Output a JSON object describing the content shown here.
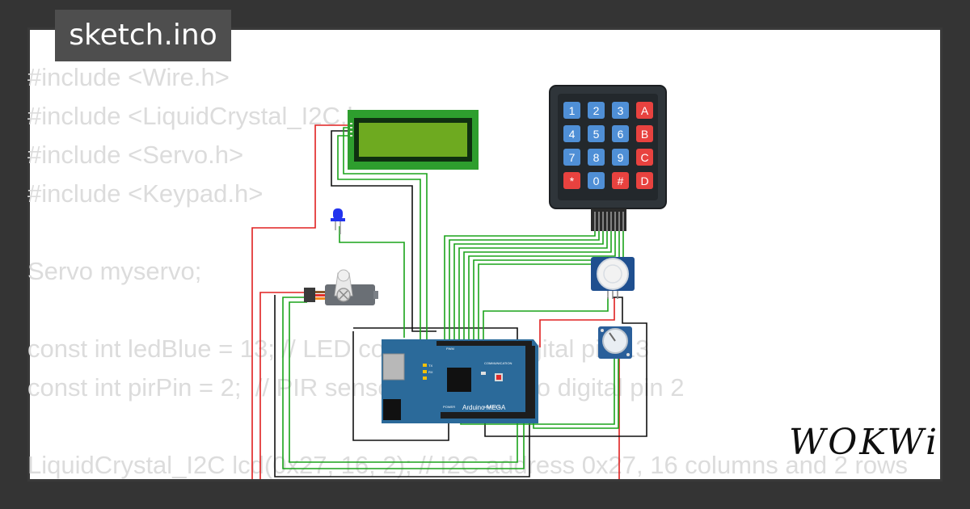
{
  "filename": "sketch.ino",
  "brand": "WOKWi",
  "code_lines": [
    "#include <Wire.h>",
    "#include <LiquidCrystal_I2C.h>",
    "#include <Servo.h>",
    "#include <Keypad.h>",
    "",
    "Servo myservo;",
    "",
    "const int ledBlue = 13; // LED connected to digital pin 13",
    "const int pirPin = 2;  // PIR sensor connected to digital pin 2",
    "",
    "LiquidCrystal_I2C lcd(0x27, 16, 2); // I2C address 0x27, 16 columns and 2 rows"
  ],
  "arduino": {
    "name": "Arduino MEGA",
    "communication": "COMMUNICATION",
    "power": "POWER",
    "analog_in": "ANALOG IN",
    "pwm": "PWM",
    "tx": "TX",
    "rx": "RX"
  },
  "keypad": {
    "keys": [
      "1",
      "2",
      "3",
      "A",
      "4",
      "5",
      "6",
      "B",
      "7",
      "8",
      "9",
      "C",
      "*",
      "0",
      "#",
      "D"
    ]
  },
  "colors": {
    "background": "#343434",
    "card": "#ffffff",
    "code_text": "#dcdcdc",
    "filename_bg": "#4e4e4e",
    "wire_green": "#1aa31a",
    "wire_red": "#e02020",
    "wire_black": "#111111",
    "arduino_blue": "#2b6a9a",
    "lcd_green": "#2e9e2e",
    "keypad_body": "#2f353a",
    "key_blue": "#4f8fd6",
    "key_red": "#e8423f"
  }
}
